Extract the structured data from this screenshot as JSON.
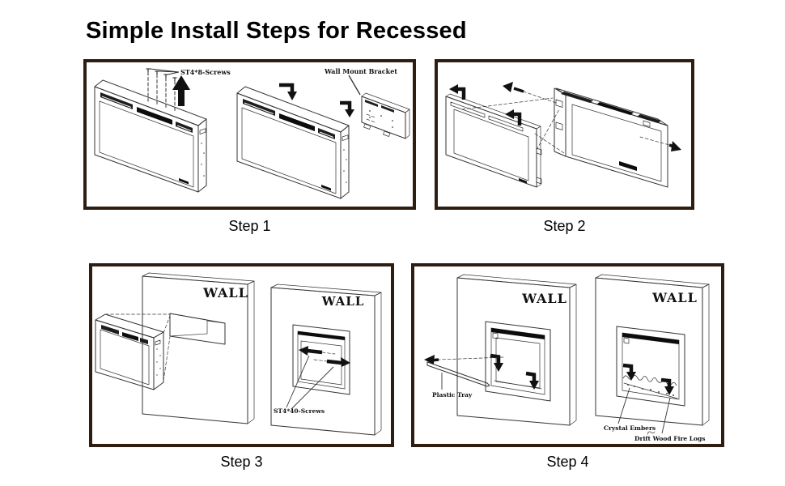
{
  "title": "Simple Install Steps for Recessed",
  "colors": {
    "panel_border": "#2e1e12",
    "line_art": "#333333",
    "bold_ink": "#111111",
    "text": "#000000"
  },
  "steps": [
    {
      "caption": "Step 1",
      "labels": {
        "screws": "ST4*8-Screws",
        "bracket": "Wall Mount Bracket"
      }
    },
    {
      "caption": "Step 2",
      "labels": {}
    },
    {
      "caption": "Step 3",
      "labels": {
        "wall_left": "WALL",
        "wall_right": "WALL",
        "screws": "ST4*40-Screws"
      }
    },
    {
      "caption": "Step 4",
      "labels": {
        "wall_left": "WALL",
        "wall_right": "WALL",
        "tray": "Plastic Tray",
        "embers": "Crystal Embers",
        "logs": "Drift Wood Fire Logs"
      }
    }
  ]
}
